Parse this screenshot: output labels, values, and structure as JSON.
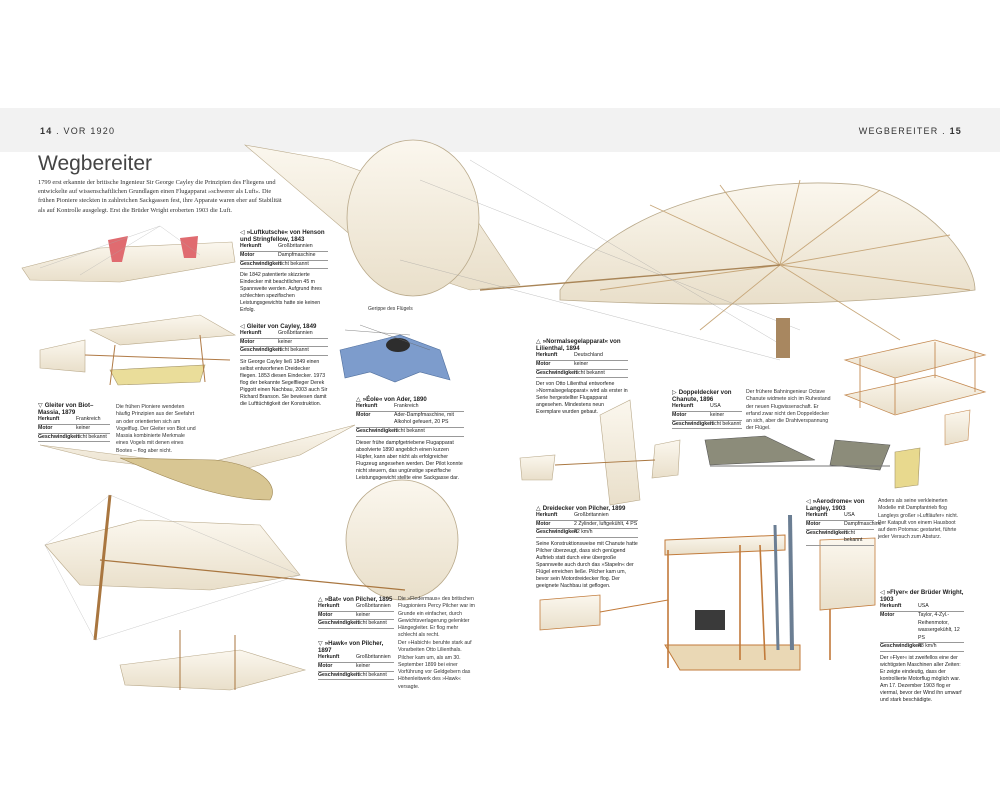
{
  "header": {
    "left_num": "14",
    "left_text": "VOR 1920",
    "right_text": "WEGBEREITER",
    "right_num": "15"
  },
  "page": {
    "title": "Wegbereiter",
    "intro": "1799 erst erkannte der britische Ingenieur Sir George Cayley die Prinzipien des Fliegens und entwickelte auf wissenschaftlichen Grundlagen einen Flugapparat »schwerer als Luft«. Die frühen Pioniere steckten in zahlreichen Sackgassen fest, ihre Apparate waren eher auf Stabilität als auf Kontrolle ausgelegt. Erst die Brüder Wright eroberten 1903 die Luft."
  },
  "field_labels": {
    "origin": "Herkunft",
    "engine": "Motor",
    "speed": "Geschwindigkeit"
  },
  "entries": {
    "henson": {
      "icon": "◁",
      "title": "»Luftkutsche« von Henson und Stringfellow, 1843",
      "origin": "Großbritannien",
      "engine": "Dampfmaschine",
      "speed": "nicht bekannt",
      "desc": "Die 1842 patentierte skizzierte Eindecker mit beachtlichen 45 m Spannweite werden. Aufgrund ihres schlechten spezifischen Leistungsgewichts hatte sie keinen Erfolg."
    },
    "cayley": {
      "icon": "◁",
      "title": "Gleiter von Cayley, 1849",
      "origin": "Großbritannien",
      "engine": "keiner",
      "speed": "nicht bekannt",
      "desc": "Sir George Cayley ließ 1849 einen selbst entworfenen Dreidecker fliegen. 1853 diesen Eindecker. 1973 flog der bekannte Segelflieger Derek Piggott einen Nachbau, 2003 auch Sir Richard Branson. Sie bewiesen damit die Lufttüchtigkeit der Konstruktion."
    },
    "biot": {
      "icon": "▽",
      "title": "Gleiter von Biot–Massia, 1879",
      "origin": "Frankreich",
      "engine": "keiner",
      "speed": "nicht bekannt",
      "desc": "Die frühen Pioniere wendeten häufig Prinzipien aus der Seefahrt an oder orientierten sich am Vogelflug. Der Gleiter von Biot und Massia kombinierte Merkmale eines Vogels mit denen eines Bootes – flog aber nicht."
    },
    "ader": {
      "icon": "△",
      "title": "»Éole« von Ader, 1890",
      "origin": "Frankreich",
      "engine": "Ader-Dampfmaschine, mit Alkohol gefeuert, 20 PS",
      "speed": "nicht bekannt",
      "desc": "Dieser frühe dampfgetriebene Flugapparat absolvierte 1890 angeblich einen kurzen Hüpfer, kann aber nicht als erfolgreicher Flugzeug angesehen werden. Der Pilot konnte nicht steuern, das ungünstige spezifische Leistungsgewicht stellte eine Sackgasse dar."
    },
    "lilienthal": {
      "icon": "△",
      "title": "»Normalsegelapparat« von Lilienthal, 1894",
      "origin": "Deutschland",
      "engine": "keiner",
      "speed": "nicht bekannt",
      "desc": "Der von Otto Lilienthal entworfene »Normalsegelapparat« wird als erster in Serie hergestellter Flugapparat angesehen. Mindestens neun Exemplare wurden gebaut."
    },
    "chanute": {
      "icon": "▷",
      "title": "Doppeldecker von Chanute, 1896",
      "origin": "USA",
      "engine": "keiner",
      "speed": "nicht bekannt",
      "desc": "Der frühere Bahningenieur Octave Chanute widmete sich im Ruhestand der neuen Flugwissenschaft. Er erfand zwar nicht den Doppeldecker an sich, aber die Drahtverspannung der Flügel."
    },
    "bat": {
      "icon": "△",
      "title": "»Bat« von Pilcher, 1895",
      "origin": "Großbritannien",
      "engine": "keiner",
      "speed": "nicht bekannt",
      "desc": "Die »Fledermaus« des britischen Flugpioniers Percy Pilcher war im Grunde ein einfacher, durch Gewichtsverlagerung gelenkter Hängegleiter. Er flog mehr schlecht als recht."
    },
    "hawk": {
      "icon": "▽",
      "title": "»Hawk« von Pilcher, 1897",
      "origin": "Großbritannien",
      "engine": "keiner",
      "speed": "nicht bekannt",
      "desc": "Der »Habicht« beruhte stark auf Vorarbeiten Otto Lilienthals. Pilcher kam um, als am 30. September 1899 bei einer Vorführung vor Geldgebern das Höhenleitwerk des »Hawk« versagte."
    },
    "pilcher_tri": {
      "icon": "△",
      "title": "Dreidecker von Pilcher, 1899",
      "origin": "Großbritannien",
      "engine": "2 Zylinder, luftgekühlt, 4 PS",
      "speed": "42 km/h",
      "desc": "Seine Konstruktionsweise mit Chanute hatte Pilcher überzeugt, dass sich genügend Auftrieb statt durch eine übergroße Spannweite auch durch das »Stapeln« der Flügel erreichen ließe. Pilcher kam um, bevor sein Motordreidecker flog. Der geeignete Nachbau ist geflogen."
    },
    "langley": {
      "icon": "◁",
      "title": "»Aerodrome« von Langley, 1903",
      "origin": "USA",
      "engine": "Dampfmaschine",
      "speed": "nicht bekannt",
      "desc": "Anders als seine verkleinerten Modelle mit Dampfantrieb flog Langleys großer »Luftläufer« nicht. Per Katapult von einem Hausboot auf dem Potomac gestartet, führte jeder Versuch zum Absturz."
    },
    "wright": {
      "icon": "◁",
      "title": "»Flyer« der Brüder Wright, 1903",
      "origin": "USA",
      "engine": "Taylor, 4-Zyl.-Reihenmotor, wassergekühlt, 12 PS",
      "speed": "48 km/h",
      "desc": "Der »Flyer« ist zweifellos eine der wichtigsten Maschinen aller Zeiten: Er zeigte eindeutig, dass der kontrollierte Motorflug möglich war. Am 17. Dezember 1903 flog er viermal, bevor der Wind ihn umwarf und stark beschädigte."
    }
  },
  "captions": {
    "ader_wing": "Gerippe des Flügels"
  },
  "colors": {
    "band": "#f2f2f2",
    "wood": "#c98a4a",
    "fabric": "#f6f0e2",
    "text": "#222222"
  }
}
